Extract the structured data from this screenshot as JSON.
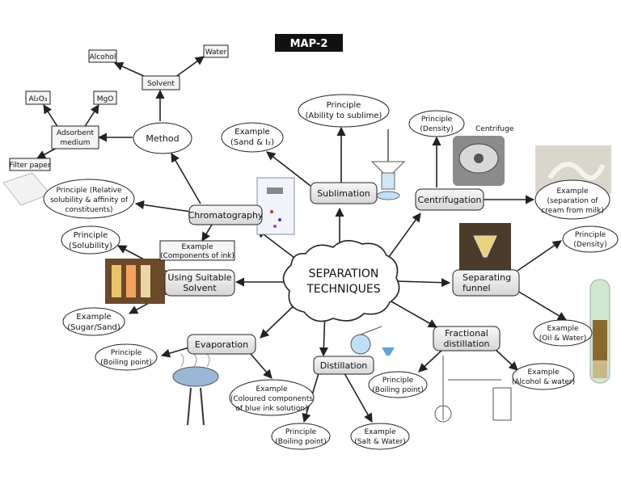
{
  "title": "MAP-2",
  "center": {
    "line1": "SEPARATION",
    "line2": "TECHNIQUES"
  },
  "sublimation": {
    "label": "Sublimation",
    "principle": {
      "line1": "Principle",
      "line2": "(Ability to sublime)"
    },
    "example": {
      "line1": "Example",
      "line2": "(Sand & I₂)"
    }
  },
  "centrifugation": {
    "label": "Centrifugation",
    "principle": {
      "line1": "Principle",
      "line2": "(Density)"
    },
    "image_caption": "Centrifuge",
    "example": {
      "line1": "Example",
      "line2": "(separation of",
      "line3": "cream from milk)"
    }
  },
  "separating_funnel": {
    "label": {
      "line1": "Separating",
      "line2": "funnel"
    },
    "principle": {
      "line1": "Principle",
      "line2": "(Density)"
    },
    "example": {
      "line1": "Example",
      "line2": "(Oil & Water)"
    }
  },
  "fractional_distillation": {
    "label": {
      "line1": "Fractional",
      "line2": "distillation"
    },
    "principle": {
      "line1": "Principle",
      "line2": "(Boiling point)"
    },
    "example": {
      "line1": "Example",
      "line2": "(Alcohol & water)"
    }
  },
  "distillation": {
    "label": "Distillation",
    "principle": {
      "line1": "Principle",
      "line2": "(Boiling point)"
    },
    "example": {
      "line1": "Example",
      "line2": "(Salt & Water)"
    }
  },
  "evaporation": {
    "label": "Evaporation",
    "principle": {
      "line1": "Principle",
      "line2": "(Boiling point)"
    },
    "example": {
      "line1": "Example",
      "line2": "(Coloured components",
      "line3": "of blue ink solution)"
    }
  },
  "suitable_solvent": {
    "label": {
      "line1": "Using Suitable",
      "line2": "Solvent"
    },
    "principle": {
      "line1": "Principle",
      "line2": "(Solubility)"
    },
    "example": {
      "line1": "Example",
      "line2": "(Sugar/Sand)"
    }
  },
  "chromatography": {
    "label": "Chromatography",
    "principle": {
      "line1": "Principle (Relative",
      "line2": "solubility & affinity of",
      "line3": "constituents)"
    },
    "example": {
      "line1": "Example",
      "line2": "(Components of ink)"
    },
    "method": "Method",
    "adsorbent": {
      "line1": "Adsorbent",
      "line2": "medium"
    },
    "solvent": "Solvent",
    "alcohol": "Alcohol",
    "water": "Water",
    "al2o3": "Al₂O₃",
    "mgo": "MgO",
    "filter_paper": "Filter paper"
  },
  "colors": {
    "box_fill": "#e9e9e9",
    "stroke": "#222222",
    "title_bg": "#111111"
  }
}
